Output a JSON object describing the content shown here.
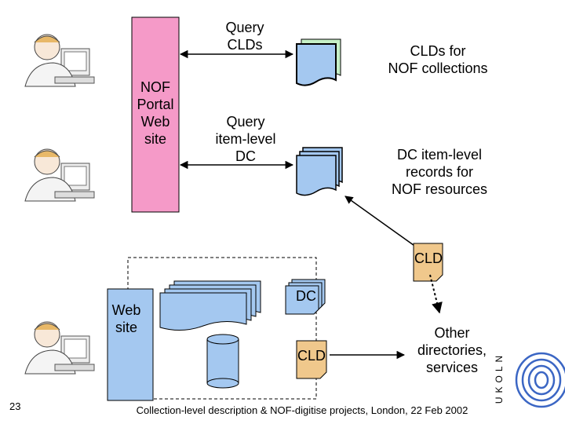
{
  "portal": {
    "line1": "NOF",
    "line2": "Portal",
    "line3": "Web",
    "line4": "site"
  },
  "query_clds": {
    "line1": "Query",
    "line2": "CLDs"
  },
  "query_item": {
    "line1": "Query",
    "line2": "item-level",
    "line3": "DC"
  },
  "clds_for": {
    "line1": "CLDs for",
    "line2": "NOF collections"
  },
  "dc_item": {
    "line1": "DC item-level",
    "line2": "records for",
    "line3": "NOF resources"
  },
  "cld_top": "CLD",
  "dc_box": "DC",
  "cld_box": "CLD",
  "website": {
    "line1": "Web",
    "line2": "site"
  },
  "other": {
    "line1": "Other",
    "line2": "directories,",
    "line3": "services"
  },
  "footer": {
    "page": "23",
    "caption": "Collection-level description & NOF-digitise projects, London, 22 Feb 2002"
  },
  "logo": {
    "text": "UKOLN"
  },
  "colors": {
    "portal": "#f59ac8",
    "blue": "#a4c8f0",
    "green": "#c6f0c6"
  }
}
